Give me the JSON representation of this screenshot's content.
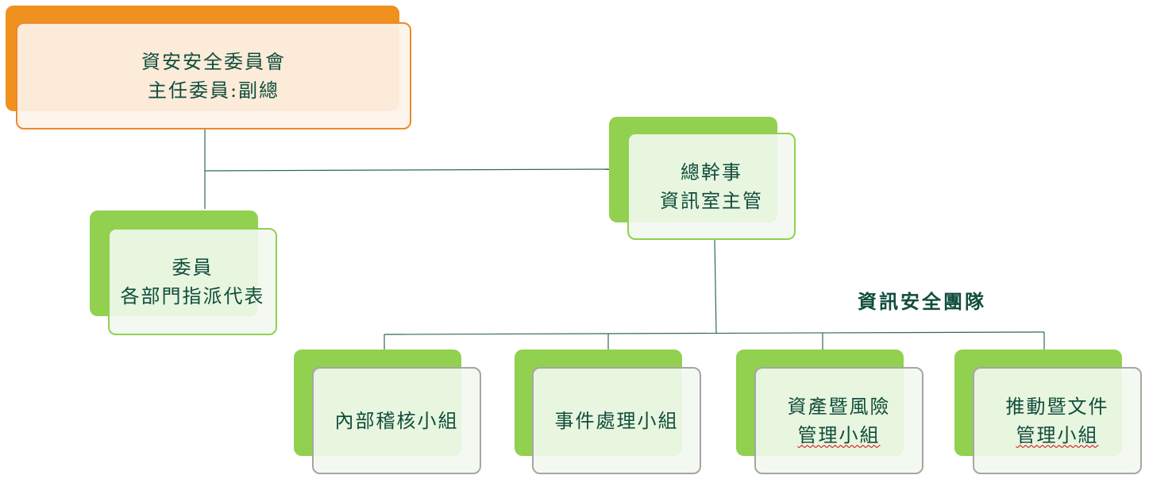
{
  "committee": {
    "line1": "資安安全委員會",
    "line2": "主任委員:副總"
  },
  "secretary": {
    "line1": "總幹事",
    "line2": "資訊室主管"
  },
  "members": {
    "line1": "委員",
    "line2": "各部門指派代表"
  },
  "team_label": "資訊安全團隊",
  "groups": [
    {
      "line1": "內部稽核小組",
      "line2": ""
    },
    {
      "line1": "事件處理小組",
      "line2": ""
    },
    {
      "line1": "資產暨風險",
      "line2": "管理小組"
    },
    {
      "line1": "推動暨文件",
      "line2": "管理小組"
    }
  ],
  "colors": {
    "orange": "#f0901f",
    "green": "#92d050",
    "text": "#0f4d3c"
  }
}
